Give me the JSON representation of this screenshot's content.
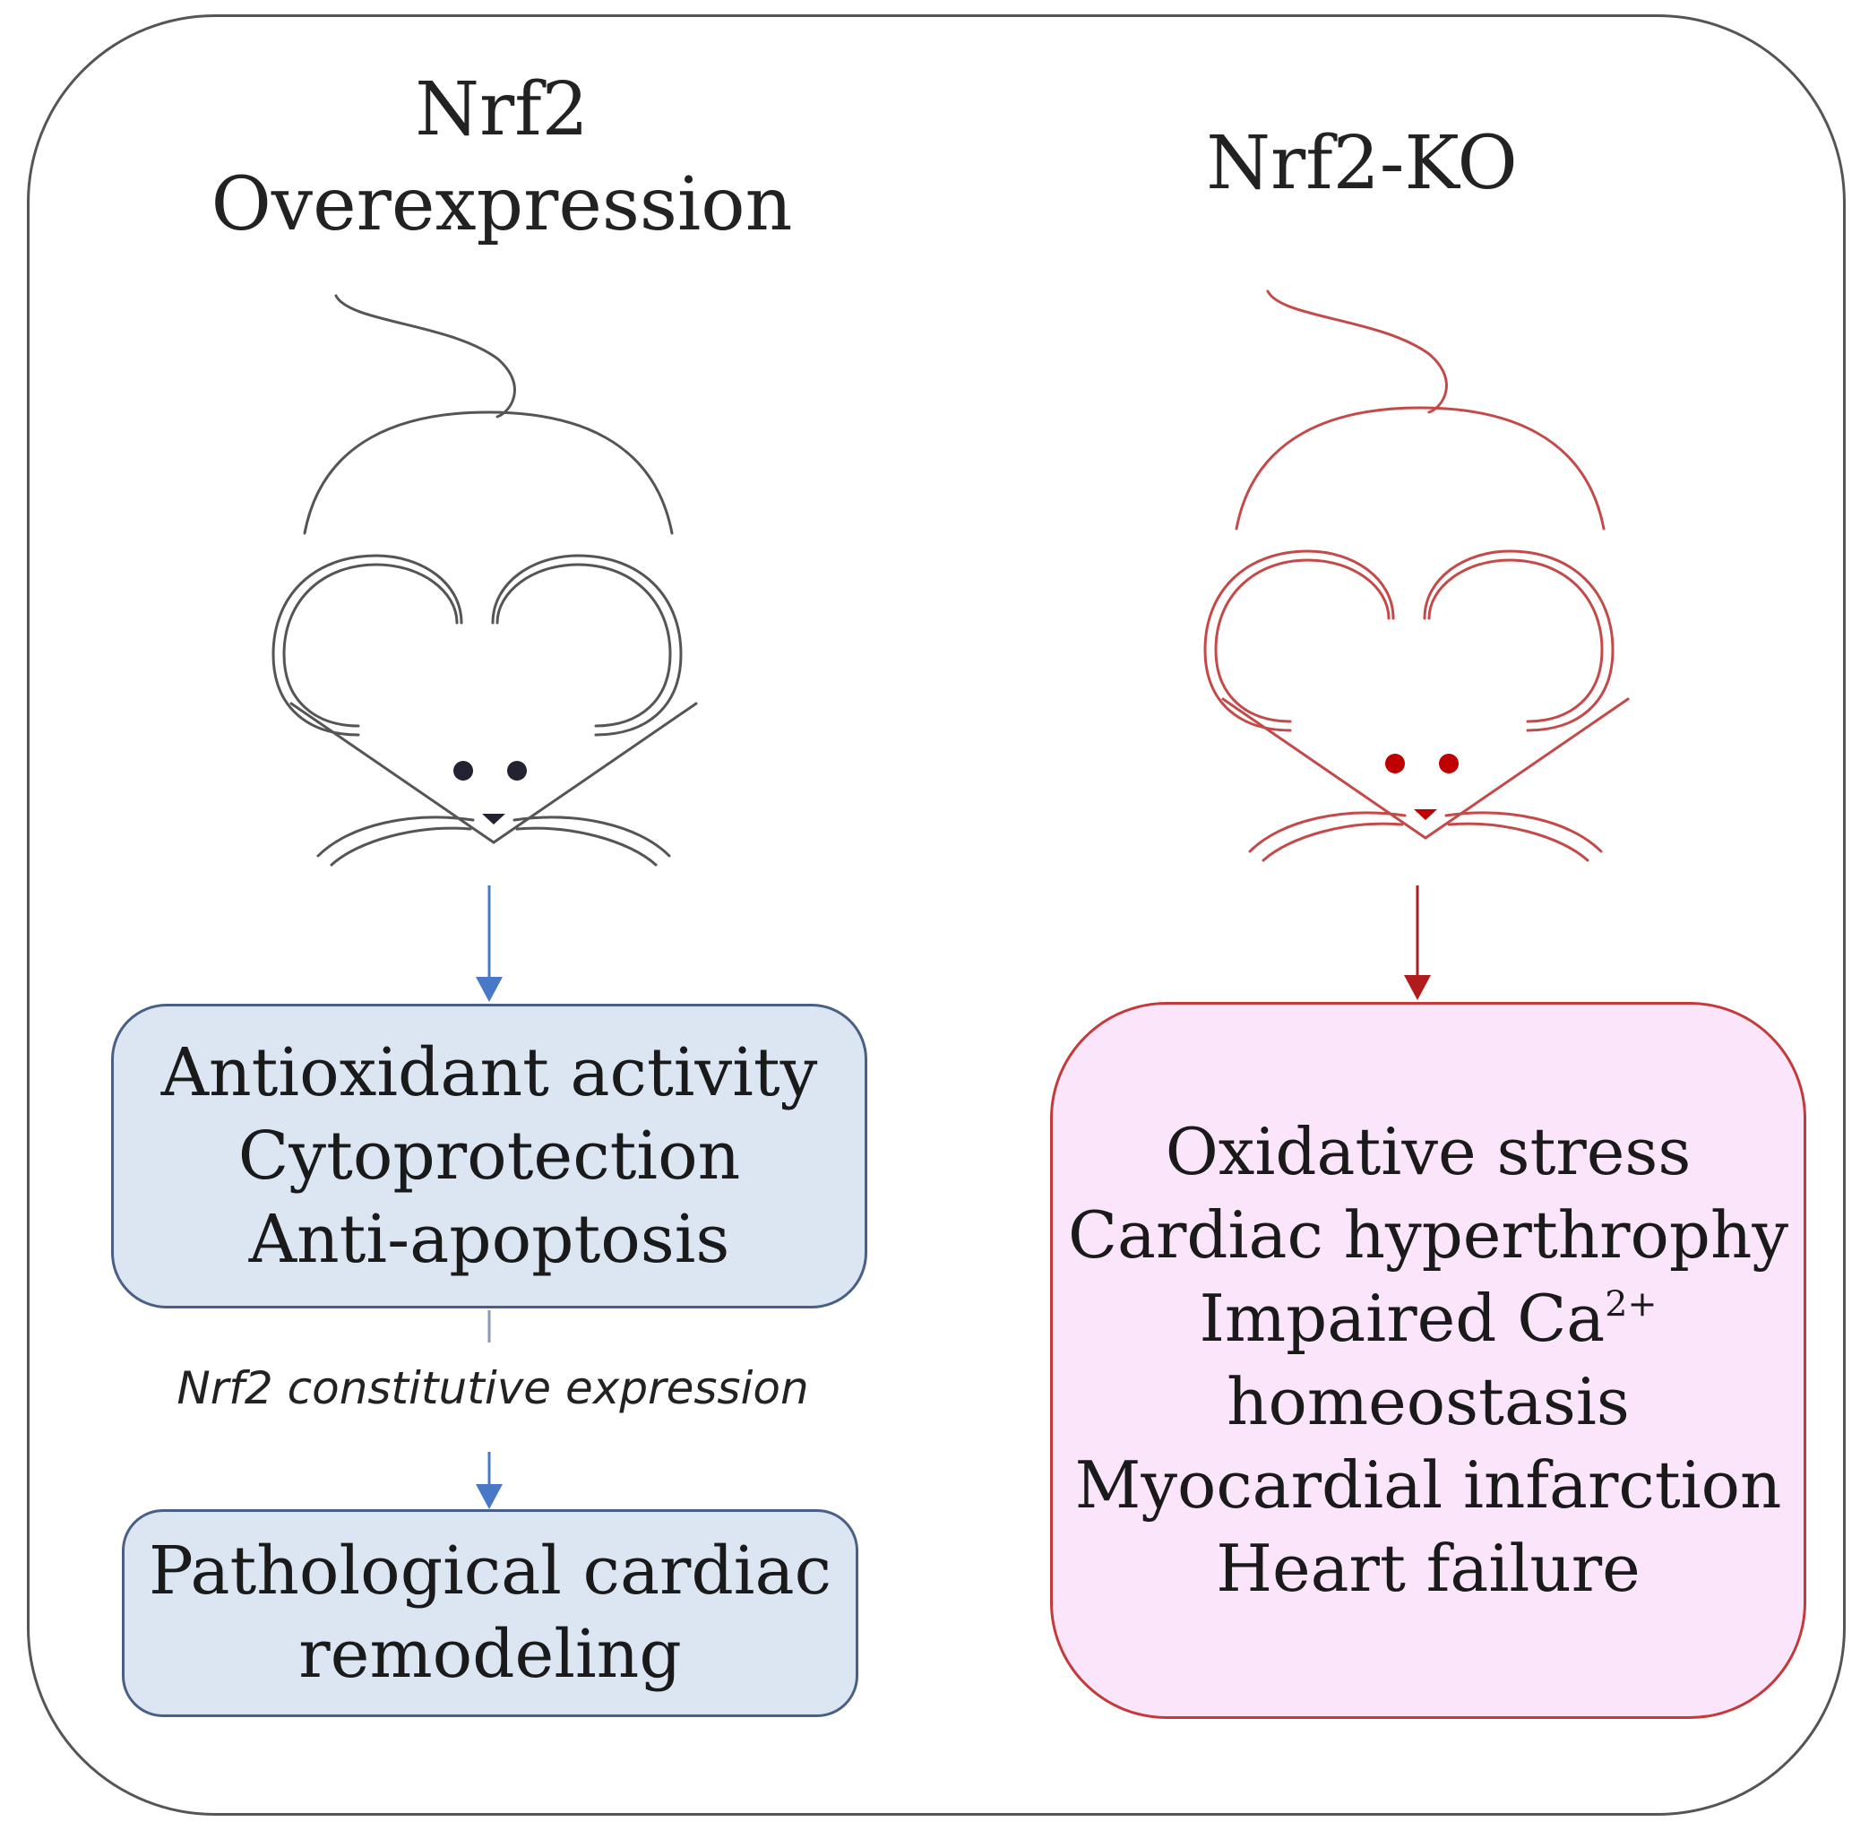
{
  "left_panel": {
    "title_line1": "Nrf2",
    "title_line2": "Overexpression",
    "benefits": [
      "Antioxidant activity",
      "Cytoprotection",
      "Anti-apoptosis"
    ],
    "note": "Nrf2 constitutive expression",
    "outcome": [
      "Pathological cardiac",
      "remodeling"
    ]
  },
  "right_panel": {
    "title": "Nrf2-KO",
    "effects": {
      "line1": "Oxidative stress",
      "line2": "Cardiac hyperthrophy",
      "line3_text": "Impaired Ca",
      "line3_sup": "2+",
      "line4": "homeostasis",
      "line5": "Myocardial infarction",
      "line6": "Heart failure"
    }
  },
  "colors": {
    "mouse_left": "#555555",
    "mouse_right": "#c44a4a",
    "arrow_left": "#4a78c8",
    "arrow_right": "#b01c1c",
    "eyes_left": "#222233",
    "eyes_right": "#c00000"
  }
}
